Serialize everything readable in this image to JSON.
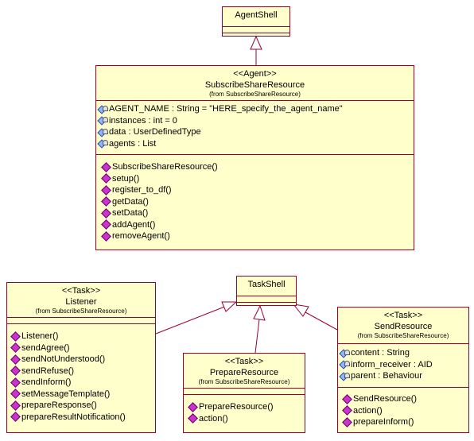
{
  "agent_shell": {
    "name": "AgentShell"
  },
  "task_shell": {
    "name": "TaskShell"
  },
  "subscribe_share_resource": {
    "stereotype": "<<Agent>>",
    "name": "SubscribeShareResource",
    "from": "(from SubscribeShareResource)",
    "attributes": [
      "AGENT_NAME : String = \"HERE_specify_the_agent_name\"",
      "instances : int = 0",
      "data : UserDefinedType",
      "agents : List"
    ],
    "operations": [
      "SubscribeShareResource()",
      "setup()",
      "register_to_df()",
      "getData()",
      "setData()",
      "addAgent()",
      "removeAgent()"
    ]
  },
  "listener": {
    "stereotype": "<<Task>>",
    "name": "Listener",
    "from": "(from SubscribeShareResource)",
    "operations": [
      "Listener()",
      "sendAgree()",
      "sendNotUnderstood()",
      "sendRefuse()",
      "sendInform()",
      "setMessageTemplate()",
      "prepareResponse()",
      "prepareResultNotification()"
    ]
  },
  "prepare_resource": {
    "stereotype": "<<Task>>",
    "name": "PrepareResource",
    "from": "(from SubscribeShareResource)",
    "operations": [
      "PrepareResource()",
      "action()"
    ]
  },
  "send_resource": {
    "stereotype": "<<Task>>",
    "name": "SendResource",
    "from": "(from SubscribeShareResource)",
    "attributes": [
      "content : String",
      "inform_receiver : AID",
      "parent : Behaviour"
    ],
    "operations": [
      "SendResource()",
      "action()",
      "prepareInform()"
    ]
  },
  "colors": {
    "class_fill": "#ffffcc",
    "class_border": "#990033",
    "attribute_icon": "#8fb7ff",
    "operation_icon": "#cc33cc"
  }
}
